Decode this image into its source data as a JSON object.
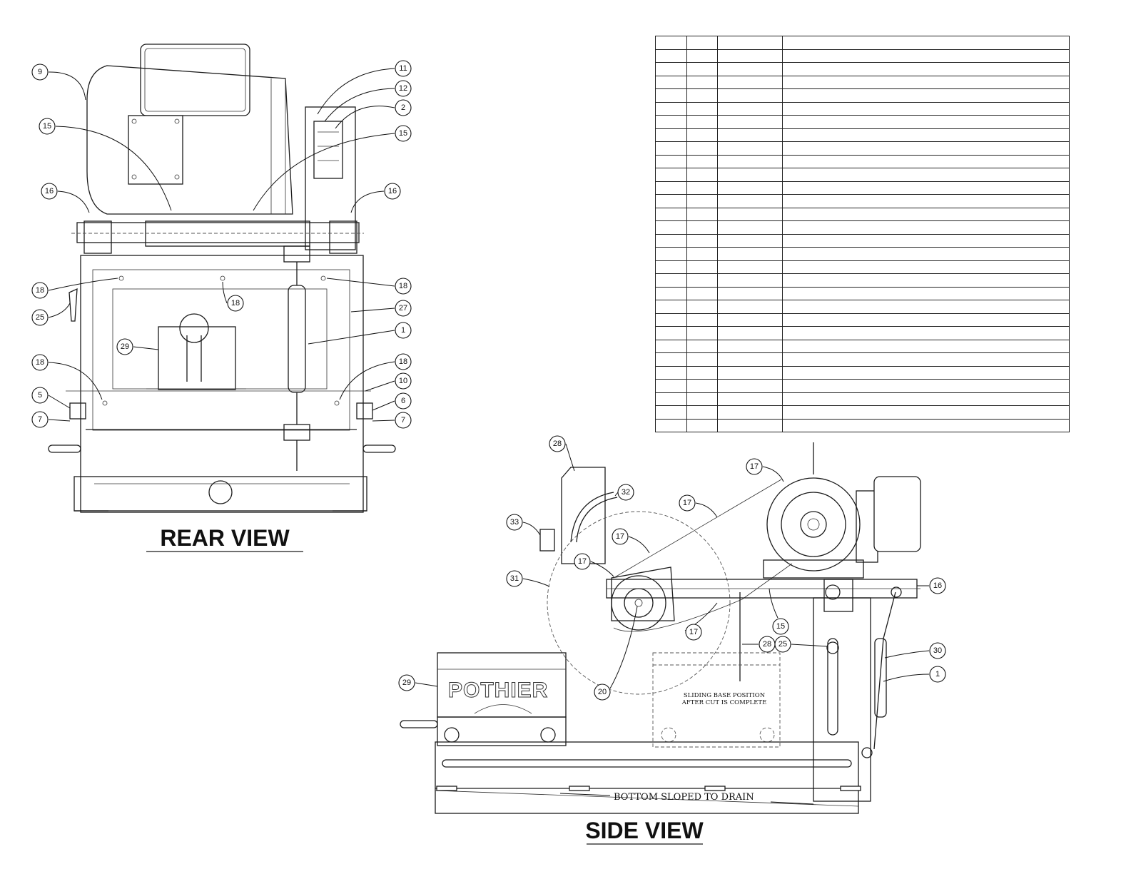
{
  "views": {
    "rear": {
      "title": "REAR VIEW"
    },
    "side": {
      "title": "SIDE VIEW",
      "brand": "POTHIER",
      "note_line1": "SLIDING BASE POSITION",
      "note_line2": "AFTER CUT IS COMPLETE",
      "drain_label": "BOTTOM SLOPED TO DRAIN"
    }
  },
  "callouts_rear": [
    "9",
    "11",
    "12",
    "2",
    "15",
    "15",
    "16",
    "16",
    "18",
    "18",
    "18",
    "25",
    "27",
    "29",
    "1",
    "18",
    "18",
    "10",
    "5",
    "6",
    "7",
    "7"
  ],
  "callouts_side": [
    "28",
    "32",
    "33",
    "17",
    "17",
    "17",
    "17",
    "17",
    "31",
    "16",
    "15",
    "28",
    "25",
    "30",
    "1",
    "29",
    "20"
  ],
  "parts_table": {
    "columns": 4,
    "rows": 30
  }
}
